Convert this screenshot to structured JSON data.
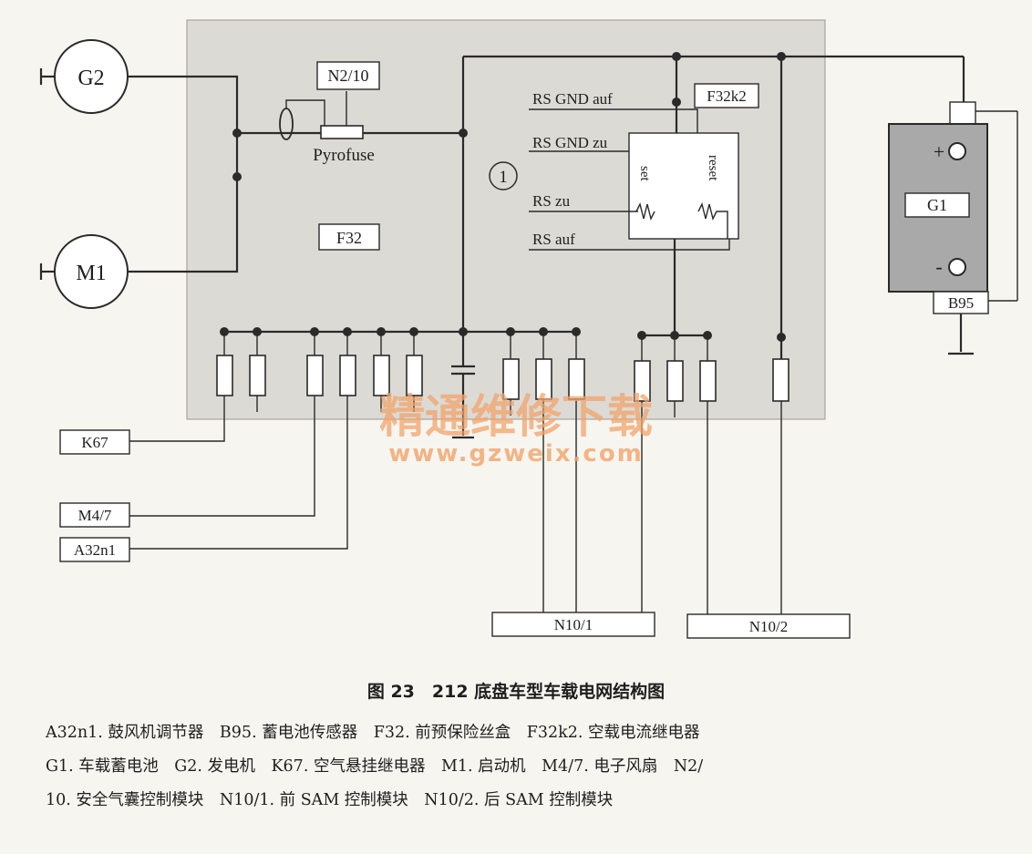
{
  "diagram": {
    "labels": {
      "G2": "G2",
      "M1": "M1",
      "N2_10": "N2/10",
      "pyrofuse": "Pyrofuse",
      "F32": "F32",
      "F32k2": "F32k2",
      "circle_1": "1",
      "rs_gnd_auf": "RS GND auf",
      "rs_gnd_zu": "RS GND zu",
      "rs_zu": "RS zu",
      "rs_auf": "RS auf",
      "set": "set",
      "reset": "reset",
      "G1": "G1",
      "plus": "+",
      "minus": "-",
      "B95": "B95",
      "K67": "K67",
      "M4_7": "M4/7",
      "A32n1": "A32n1",
      "N10_1": "N10/1",
      "N10_2": "N10/2"
    },
    "watermark": {
      "cn": "精通维修下载",
      "url": "www.gzweix.com"
    }
  },
  "caption": {
    "title": "图 23　212 底盘车型车载电网结构图",
    "legend_lines": [
      "A32n1. 鼓风机调节器　B95. 蓄电池传感器　F32. 前预保险丝盒　F32k2. 空载电流继电器",
      "G1. 车载蓄电池　G2. 发电机　K67. 空气悬挂继电器　M1. 启动机　M4/7. 电子风扇　N2/",
      "10. 安全气囊控制模块　N10/1. 前 SAM 控制模块　N10/2. 后 SAM 控制模块"
    ]
  },
  "colors": {
    "fuse_box_fill": "#dcdad5",
    "battery_fill": "#a9a9a9",
    "watermark": "#f2a46a"
  }
}
